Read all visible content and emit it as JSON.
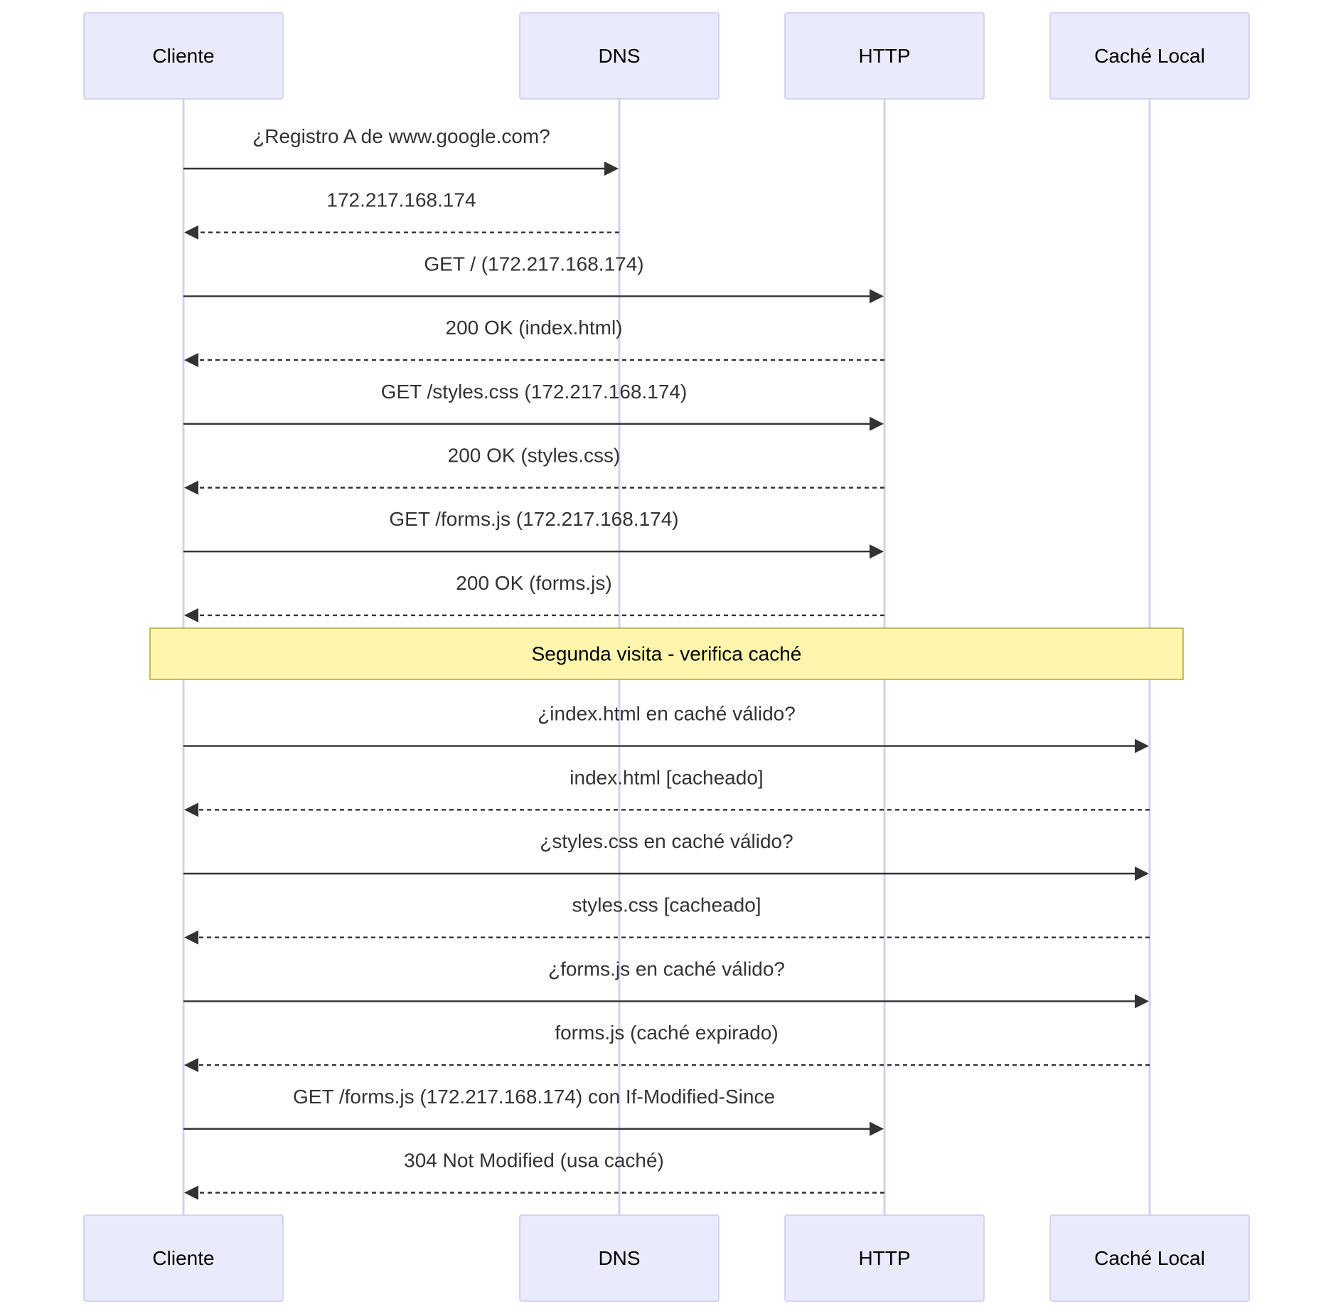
{
  "diagram": {
    "type": "sequence",
    "participants": [
      {
        "id": "cliente",
        "label": "Cliente"
      },
      {
        "id": "dns",
        "label": "DNS"
      },
      {
        "id": "http",
        "label": "HTTP"
      },
      {
        "id": "cache",
        "label": "Caché Local"
      }
    ],
    "colors": {
      "actor_fill": "#eaeafd",
      "actor_border": "#cbc9ee",
      "lifeline": "#d4d1ec",
      "message": "#333333",
      "note_fill": "#fff5ad",
      "note_border": "#aaaa33"
    },
    "events": [
      {
        "kind": "message",
        "from": "cliente",
        "to": "dns",
        "style": "solid",
        "label": "¿Registro A de www.google.com?"
      },
      {
        "kind": "message",
        "from": "dns",
        "to": "cliente",
        "style": "dashed",
        "label": "172.217.168.174"
      },
      {
        "kind": "message",
        "from": "cliente",
        "to": "http",
        "style": "solid",
        "label": "GET / (172.217.168.174)"
      },
      {
        "kind": "message",
        "from": "http",
        "to": "cliente",
        "style": "dashed",
        "label": "200 OK (index.html)"
      },
      {
        "kind": "message",
        "from": "cliente",
        "to": "http",
        "style": "solid",
        "label": "GET /styles.css (172.217.168.174)"
      },
      {
        "kind": "message",
        "from": "http",
        "to": "cliente",
        "style": "dashed",
        "label": "200 OK (styles.css)"
      },
      {
        "kind": "message",
        "from": "cliente",
        "to": "http",
        "style": "solid",
        "label": "GET /forms.js (172.217.168.174)"
      },
      {
        "kind": "message",
        "from": "http",
        "to": "cliente",
        "style": "dashed",
        "label": "200 OK (forms.js)"
      },
      {
        "kind": "note",
        "from": "cliente",
        "to": "cache",
        "label": "Segunda visita - verifica caché"
      },
      {
        "kind": "message",
        "from": "cliente",
        "to": "cache",
        "style": "solid",
        "label": "¿index.html en caché válido?"
      },
      {
        "kind": "message",
        "from": "cache",
        "to": "cliente",
        "style": "dashed",
        "label": "index.html [cacheado]"
      },
      {
        "kind": "message",
        "from": "cliente",
        "to": "cache",
        "style": "solid",
        "label": "¿styles.css en caché válido?"
      },
      {
        "kind": "message",
        "from": "cache",
        "to": "cliente",
        "style": "dashed",
        "label": "styles.css [cacheado]"
      },
      {
        "kind": "message",
        "from": "cliente",
        "to": "cache",
        "style": "solid",
        "label": "¿forms.js en caché válido?"
      },
      {
        "kind": "message",
        "from": "cache",
        "to": "cliente",
        "style": "dashed",
        "label": "forms.js (caché expirado)"
      },
      {
        "kind": "message",
        "from": "cliente",
        "to": "http",
        "style": "solid",
        "label": "GET /forms.js (172.217.168.174) con If-Modified-Since"
      },
      {
        "kind": "message",
        "from": "http",
        "to": "cliente",
        "style": "dashed",
        "label": "304 Not Modified (usa caché)"
      }
    ]
  }
}
